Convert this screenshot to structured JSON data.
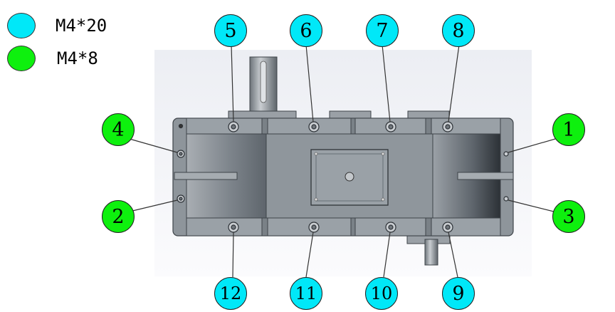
{
  "colors": {
    "cyan": "#00e8f8",
    "green": "#0ef00e",
    "steel": "#8c939a",
    "steel_light": "#b4b9be",
    "steel_dark": "#4d5359"
  },
  "legend": [
    {
      "color": "cyan",
      "label": "M4*20"
    },
    {
      "color": "green",
      "label": "M4*8"
    }
  ],
  "callouts": [
    {
      "num": "1",
      "color": "green"
    },
    {
      "num": "2",
      "color": "green"
    },
    {
      "num": "3",
      "color": "green"
    },
    {
      "num": "4",
      "color": "green"
    },
    {
      "num": "5",
      "color": "cyan"
    },
    {
      "num": "6",
      "color": "cyan"
    },
    {
      "num": "7",
      "color": "cyan"
    },
    {
      "num": "8",
      "color": "cyan"
    },
    {
      "num": "9",
      "color": "cyan"
    },
    {
      "num": "10",
      "color": "cyan"
    },
    {
      "num": "11",
      "color": "cyan"
    },
    {
      "num": "12",
      "color": "cyan"
    }
  ]
}
